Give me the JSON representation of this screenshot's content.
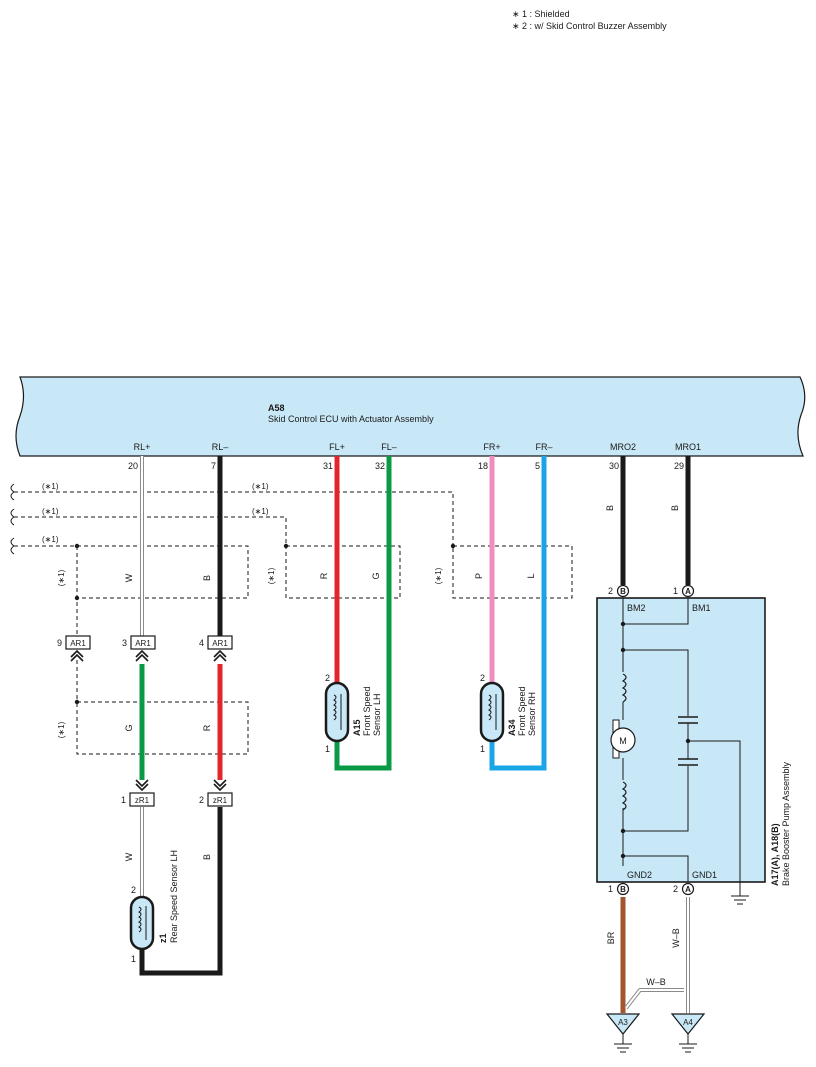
{
  "notes": [
    "∗ 1 : Shielded",
    "∗ 2 : w/ Skid Control Buzzer Assembly"
  ],
  "ecu": {
    "code": "A58",
    "name": "Skid Control ECU with Actuator Assembly",
    "pins": [
      {
        "name": "RL+",
        "num": "20"
      },
      {
        "name": "RL–",
        "num": "7"
      },
      {
        "name": "FL+",
        "num": "31"
      },
      {
        "name": "FL–",
        "num": "32"
      },
      {
        "name": "FR+",
        "num": "18"
      },
      {
        "name": "FR–",
        "num": "5"
      },
      {
        "name": "MRO2",
        "num": "30"
      },
      {
        "name": "MRO1",
        "num": "29"
      }
    ]
  },
  "shield_tag": "(∗1)",
  "wire_colors": {
    "rl_plus": "W",
    "rl_minus": "B",
    "fl_plus": "R",
    "fl_minus": "G",
    "fr_plus": "P",
    "fr_minus": "L",
    "mro2": "B",
    "mro1": "B",
    "rl_plus_mid": "G",
    "rl_minus_mid": "R",
    "rl_plus_low": "W",
    "rl_minus_low": "B",
    "gnd2": "BR",
    "gnd1": "W–B",
    "ground_link": "W–B"
  },
  "connectors": {
    "ar1": {
      "code": "AR1",
      "pins": [
        "9",
        "3",
        "4"
      ]
    },
    "zr1": {
      "code": "zR1",
      "pins": [
        "1",
        "2"
      ]
    }
  },
  "sensors": {
    "fl": {
      "code": "A15",
      "line1": "Front Speed",
      "line2": "Sensor LH",
      "pin_top": "2",
      "pin_bottom": "1"
    },
    "fr": {
      "code": "A34",
      "line1": "Front Speed",
      "line2": "Sensor RH",
      "pin_top": "2",
      "pin_bottom": "1"
    },
    "rl": {
      "code": "z1",
      "line1": "Rear Speed Sensor LH",
      "pin_top": "2",
      "pin_bottom": "1"
    }
  },
  "pump": {
    "code": "A17(A), A18(B)",
    "name": "Brake Booster Pump Assembly",
    "motor_symbol": "M",
    "top_pins": [
      {
        "num": "2",
        "conn": "B",
        "label": "BM2"
      },
      {
        "num": "1",
        "conn": "A",
        "label": "BM1"
      }
    ],
    "bottom_pins": [
      {
        "num": "1",
        "conn": "B",
        "label": "GND2"
      },
      {
        "num": "2",
        "conn": "A",
        "label": "GND1"
      }
    ]
  },
  "grounds": [
    "A3",
    "A4"
  ],
  "colors": {
    "ecu_fill": "#c9e8f7",
    "black": "#1a1a1a",
    "red": "#e3242b",
    "green": "#0a9a45",
    "pink": "#f08cbe",
    "blue": "#1aa6e6",
    "brown": "#a4552d",
    "white_wire_outline": "#8a8a8a"
  }
}
